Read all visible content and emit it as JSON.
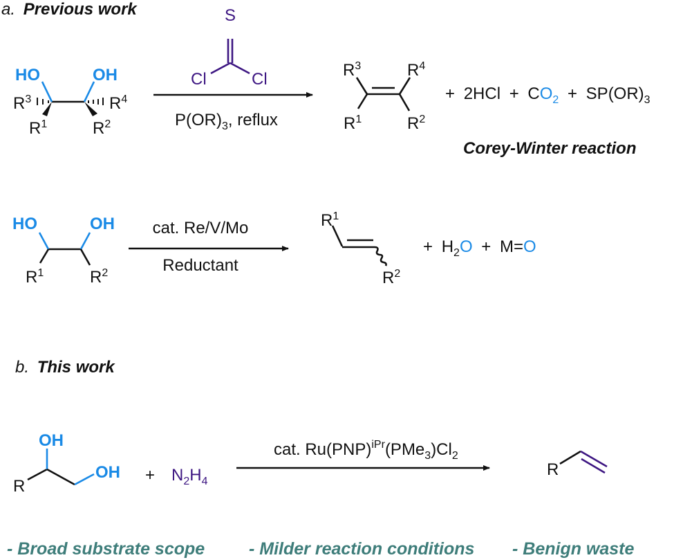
{
  "panel_a": {
    "label_prefix": "a.",
    "label_title": "Previous work",
    "reaction1": {
      "reactant": {
        "ho_left": "HO",
        "oh_right": "OH",
        "r3": "R",
        "r3_sup": "3",
        "r4": "R",
        "r4_sup": "4",
        "r1": "R",
        "r1_sup": "1",
        "r2": "R",
        "r2_sup": "2"
      },
      "reagent_above": {
        "s": "S",
        "cl_left": "Cl",
        "cl_right": "Cl"
      },
      "reagent_below": {
        "main": "P(OR)",
        "sub": "3",
        "tail": ", reflux"
      },
      "product": {
        "r3": "R",
        "r3_sup": "3",
        "r4": "R",
        "r4_sup": "4",
        "r1": "R",
        "r1_sup": "1",
        "r2": "R",
        "r2_sup": "2"
      },
      "byproducts": {
        "plus1": "+",
        "hcl": "2HCl",
        "plus2": "+",
        "co2_c": "C",
        "co2_o": "O",
        "co2_sub": "2",
        "plus3": "+",
        "sp_main": "SP(OR)",
        "sp_sub": "3"
      },
      "name": "Corey-Winter reaction"
    },
    "reaction2": {
      "reactant": {
        "ho_left": "HO",
        "oh_right": "OH",
        "r1": "R",
        "r1_sup": "1",
        "r2": "R",
        "r2_sup": "2"
      },
      "reagent_above": "cat. Re/V/Mo",
      "reagent_below": "Reductant",
      "product": {
        "r1": "R",
        "r1_sup": "1",
        "r2": "R",
        "r2_sup": "2"
      },
      "byproducts": {
        "plus1": "+",
        "h2o_h": "H",
        "h2o_sub": "2",
        "h2o_o": "O",
        "plus2": "+",
        "mo_m": "M=",
        "mo_o": "O"
      }
    }
  },
  "panel_b": {
    "label_prefix": "b.",
    "label_title": "This work",
    "reactant": {
      "oh_top": "OH",
      "oh_right": "OH",
      "r": "R"
    },
    "plus": "+",
    "hydrazine": {
      "n": "N",
      "n_sub": "2",
      "h": "H",
      "h_sub": "4"
    },
    "catalyst": {
      "pre": "cat. Ru(PNP)",
      "sup": "iPr",
      "mid": "(PMe",
      "mid_sub": "3",
      "post": ")Cl",
      "post_sub": "2"
    },
    "product": {
      "r": "R"
    }
  },
  "highlights": [
    "- Broad substrate scope",
    "- Milder reaction conditions",
    "- Benign waste"
  ],
  "colors": {
    "hydroxyl_blue": "#1a8ae6",
    "reagent_purple": "#3d1682",
    "highlight_teal": "#3e7d7a"
  }
}
